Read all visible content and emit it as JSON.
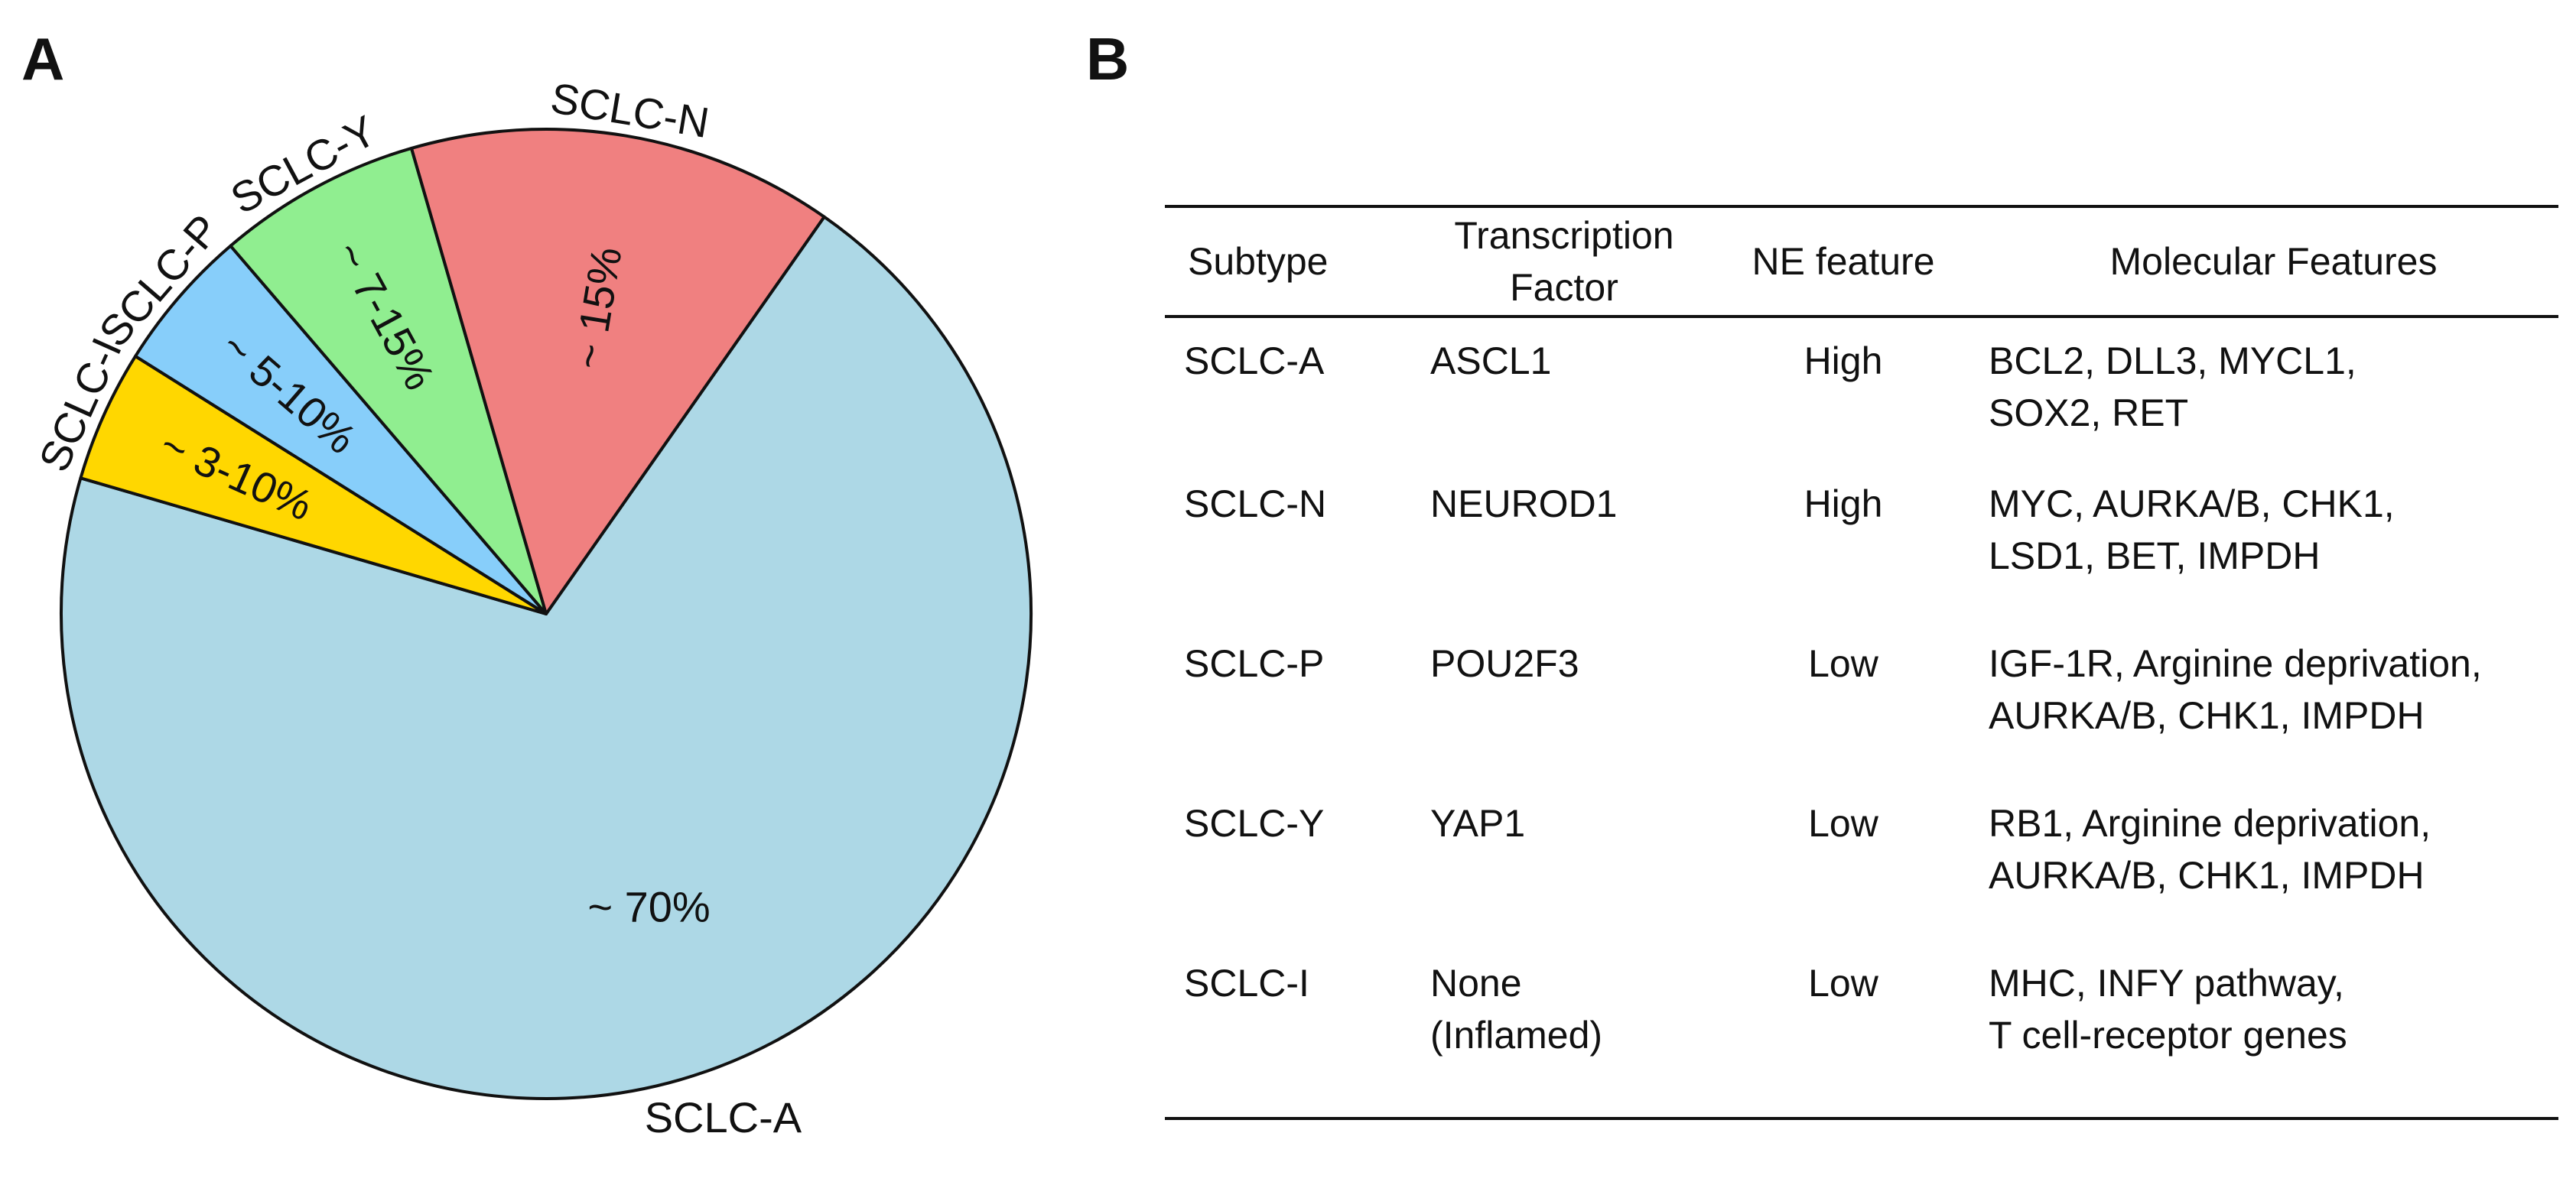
{
  "panels": {
    "a": "A",
    "b": "B"
  },
  "chart_data": {
    "type": "pie",
    "start_angle_deg": 35.0,
    "direction": "clockwise",
    "slices": [
      {
        "name": "SCLC-A",
        "percent_label": "~ 70%",
        "value": 69.8,
        "color": "#ADD8E6"
      },
      {
        "name": "SCLC-I",
        "percent_label": "~ 3-10%",
        "value": 4.4,
        "color": "#FFD700"
      },
      {
        "name": "SCLC-P",
        "percent_label": "~ 5-10%",
        "value": 4.8,
        "color": "#87CEFA"
      },
      {
        "name": "SCLC-Y",
        "percent_label": "~ 7-15%",
        "value": 6.8,
        "color": "#90EE90"
      },
      {
        "name": "SCLC-N",
        "percent_label": "~ 15%",
        "value": 14.2,
        "color": "#F08080"
      }
    ]
  },
  "table": {
    "headers": [
      "Subtype",
      "Transcription Factor",
      "NE feature",
      "Molecular Features"
    ],
    "header_lines": [
      [
        "Subtype"
      ],
      [
        "Transcription",
        "Factor"
      ],
      [
        "NE feature"
      ],
      [
        "Molecular Features"
      ]
    ],
    "rows": [
      {
        "subtype": "SCLC-A",
        "tf": [
          "ASCL1"
        ],
        "ne": "High",
        "features": [
          "BCL2, DLL3, MYCL1,",
          "SOX2, RET"
        ]
      },
      {
        "subtype": "SCLC-N",
        "tf": [
          "NEUROD1"
        ],
        "ne": "High",
        "features": [
          "MYC, AURKA/B, CHK1,",
          "LSD1, BET, IMPDH"
        ]
      },
      {
        "subtype": "SCLC-P",
        "tf": [
          "POU2F3"
        ],
        "ne": "Low",
        "features": [
          "IGF-1R, Arginine deprivation,",
          "AURKA/B, CHK1, IMPDH"
        ]
      },
      {
        "subtype": "SCLC-Y",
        "tf": [
          "YAP1"
        ],
        "ne": "Low",
        "features": [
          "RB1, Arginine deprivation,",
          "AURKA/B, CHK1, IMPDH"
        ]
      },
      {
        "subtype": "SCLC-I",
        "tf": [
          "None",
          "(Inflamed)"
        ],
        "ne": "Low",
        "features": [
          "MHC, INFY pathway,",
          "T cell-receptor genes"
        ]
      }
    ]
  }
}
